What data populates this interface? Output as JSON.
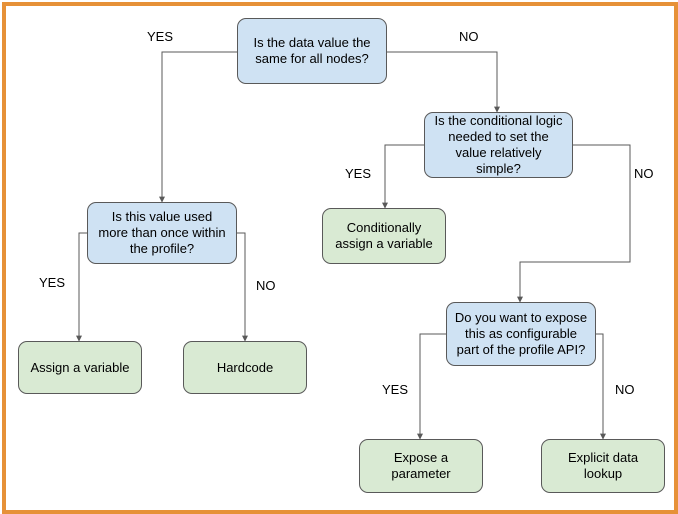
{
  "colors": {
    "frame": "#e69138",
    "decision_fill": "#cfe2f3",
    "leaf_fill": "#d9ead3",
    "stroke": "#595959"
  },
  "nodes": {
    "q1": "Is the data value the\nsame for all nodes?",
    "q2": "Is the conditional logic\nneeded to set the\nvalue relatively\nsimple?",
    "q3": "Is this value used\nmore than once within\nthe profile?",
    "q4": "Do you want to expose\nthis as configurable\npart of the profile API?",
    "conditional": "Conditionally\nassign a variable",
    "assign": "Assign a variable",
    "hardcode": "Hardcode",
    "expose": "Expose a\nparameter",
    "lookup": "Explicit data\nlookup"
  },
  "edge_labels": {
    "q1_yes": "YES",
    "q1_no": "NO",
    "q2_yes": "YES",
    "q2_no": "NO",
    "q3_yes": "YES",
    "q3_no": "NO",
    "q4_yes": "YES",
    "q4_no": "NO"
  }
}
